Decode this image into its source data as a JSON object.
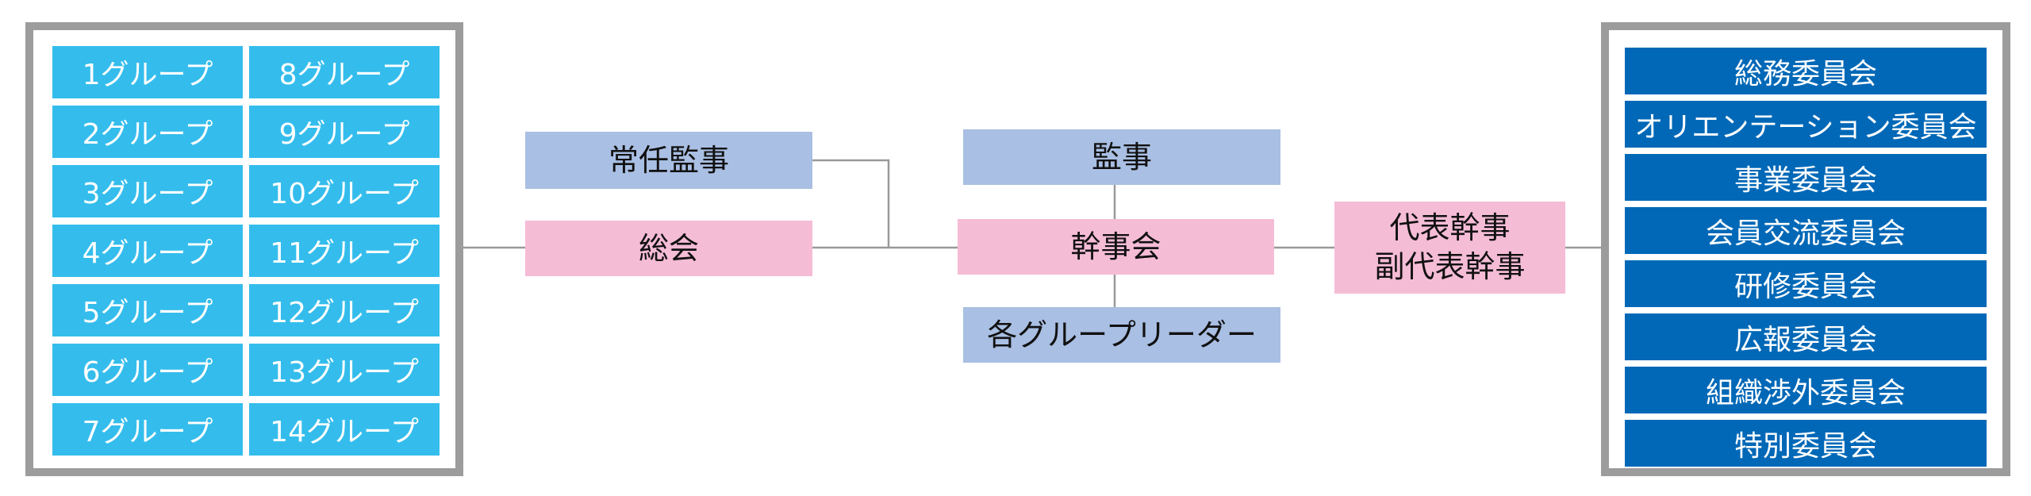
{
  "groups": [
    "1グループ",
    "8グループ",
    "2グループ",
    "9グループ",
    "3グループ",
    "10グループ",
    "4グループ",
    "11グループ",
    "5グループ",
    "12グループ",
    "6グループ",
    "13グループ",
    "7グループ",
    "14グループ"
  ],
  "left_boxes": {
    "standing_auditor": "常任監事",
    "general_assembly": "総会"
  },
  "center_boxes": {
    "auditor": "監事",
    "board": "幹事会",
    "group_leaders": "各グループリーダー"
  },
  "representative": {
    "line1": "代表幹事",
    "line2": "副代表幹事"
  },
  "committees": [
    "総務委員会",
    "オリエンテーション委員会",
    "事業委員会",
    "会員交流委員会",
    "研修委員会",
    "広報委員会",
    "組織渉外委員会",
    "特別委員会"
  ],
  "colors": {
    "group_cell": "#34bdec",
    "committee_cell": "#0068b7",
    "blue_box": "#a9bfe3",
    "pink_box": "#f5bcd6",
    "panel_border": "#9c9c9c",
    "connector": "#999999"
  }
}
